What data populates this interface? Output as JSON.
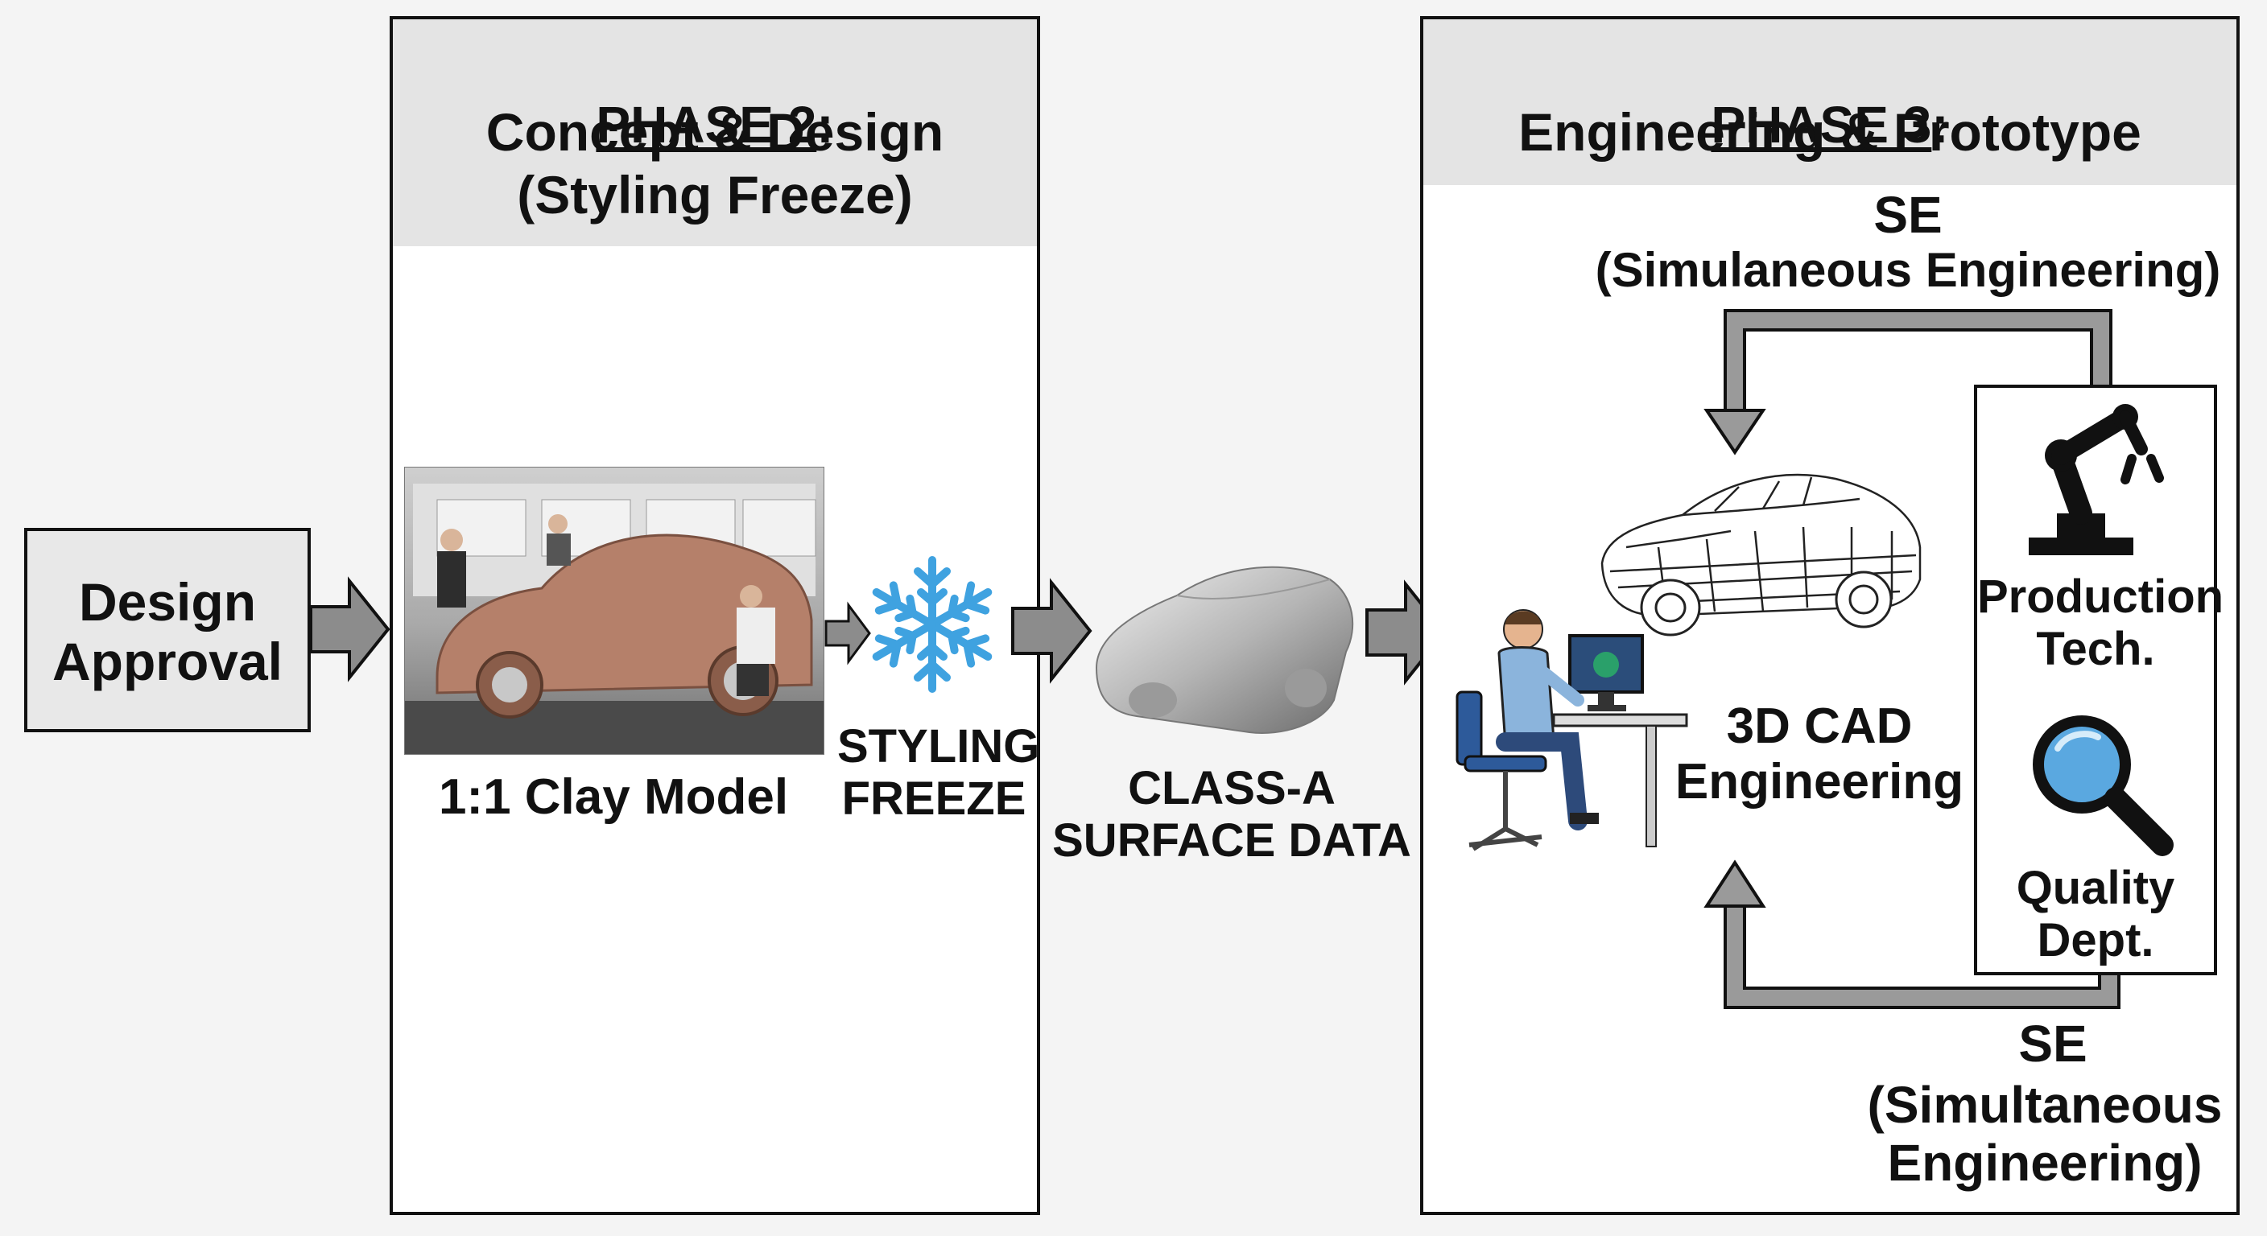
{
  "design_approval": {
    "label": "Design\nApproval"
  },
  "phase2": {
    "phase_label": "PHASE 2",
    "title": "Concept & Design",
    "subtitle": "(Styling Freeze)",
    "clay_model_caption": "1:1 Clay Model",
    "freeze_caption": "STYLING\nFREEZE"
  },
  "surface": {
    "caption": "CLASS-A\nSURFACE DATA"
  },
  "phase3": {
    "phase_label": "PHASE 3",
    "title": "Engineering & Prototype",
    "se_top_abbr": "SE",
    "se_top_full": "(Simulaneous Engineering)",
    "cad_caption": "3D CAD\nEngineering",
    "production_label": "Production\nTech.",
    "quality_label": "Quality\nDept.",
    "se_bottom_abbr": "SE",
    "se_bottom_full": "(Simultaneous\nEngineering)"
  },
  "colors": {
    "frame": "#111111",
    "header_bg": "#e4e4e4",
    "arrow_fill": "#8c8c8c",
    "clay": "#b5806a",
    "snowflake": "#3fa2e0",
    "shirt": "#8bb4dc",
    "magnifier": "#5aa8e0"
  },
  "icons": [
    "right-arrow-icon",
    "snowflake-icon",
    "robot-arm-icon",
    "magnifier-icon",
    "cad-engineer-icon",
    "wireframe-car-icon",
    "car-surface-icon"
  ]
}
